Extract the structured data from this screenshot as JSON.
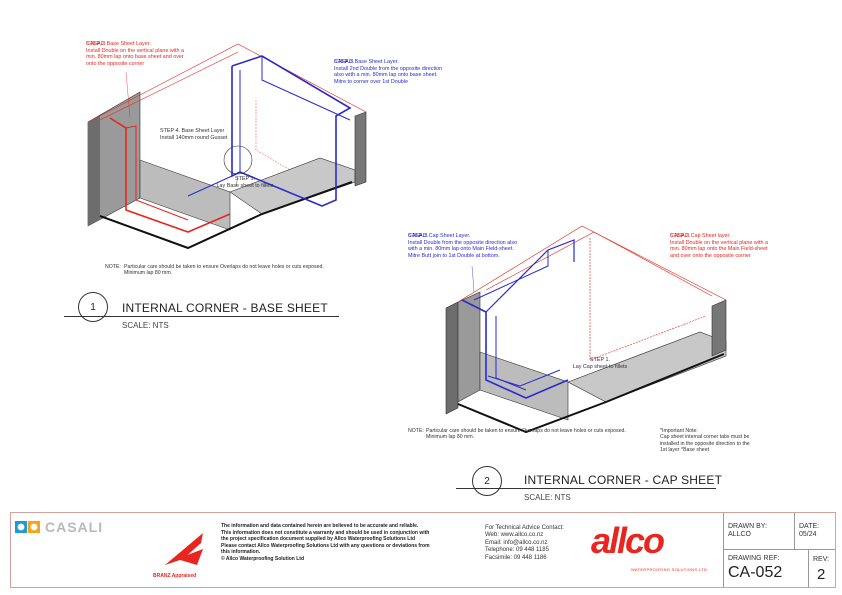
{
  "diagram1": {
    "step2_title": "STEP 2.",
    "step2_body": "CASALI  Base Sheet Layer.\nInstall Double on the vertical plane with a\nmin. 80mm lap onto base sheet and over\nonto the opposite corner",
    "step3_title": "STEP 3.",
    "step3_body": "CASALI  Base Sheet Layer.\nInstall 2nd Double from the opposite direction\nalso with a min. 80mm lap onto base sheet.\nMitre to corner over 1st Double",
    "step4": "STEP 4. Base Sheet Layer\nInstall 140mm round Gusset",
    "step1": "STEP 1.\nLay Base sheet to fillets",
    "note_label": "NOTE:",
    "note": "Particular care should be taken to ensure Overlaps do not leave holes or cuts exposed.\nMinimum lap 80 mm.",
    "number": "1",
    "title": "INTERNAL CORNER - BASE SHEET",
    "scale": "SCALE: NTS"
  },
  "diagram2": {
    "step3_title": "STEP 3.",
    "step3_body": "CASALI  Cap Sheet Layer.\nInstall Double from the opposite direction also\nwith a min. 80mm lap onto Main Field-sheet.\nMitre Butt join to 1st Double at bottom.",
    "step2_title": "STEP 2.",
    "step2_body": "CASALI  Cap Sheet layer.\nInstall Double on the vertical plane with a\nmin. 80mm lap onto the Main Field-sheet\nand over onto the opposite corner",
    "step1": "STEP 1.\nLay Cap sheet to fillets",
    "note_label": "NOTE:",
    "note": "Particular care should be taken to ensure Overlaps do not leave holes or cuts exposed.\nMinimum lap 80 mm.",
    "important": "*Important Note:\nCap sheet internal corner tabs must be\ninstalled in the opposite direction to the\n1st layer *Base sheet",
    "number": "2",
    "title": "INTERNAL CORNER - CAP SHEET",
    "scale": "SCALE: NTS"
  },
  "footer": {
    "brand": "CASALI",
    "branz": "BRANZ Appraised",
    "disclaimer": "The information and data contained herein are believed to be accurate and reliable.\nThis information does not constitute a warranty and should be used in conjunction with\nthe project specification document supplied by Allco Waterproofing Solutions Ltd\nPlease contact Allco Waterproofing Solutions Ltd with any questions or deviations from\nthis information.\n© Allco Waterproofing Solution Ltd",
    "contact": "For Technical Advice Contact:\nWeb:  www.allco.co.nz\nEmail:  info@allco.co.nz\nTelephone:  09 448 1185\nFacsimile:  09 448 1186",
    "logo_text": "allco",
    "logo_sub": "WATERPROOFING SOLUTIONS LTD",
    "drawn_by_label": "DRAWN BY:",
    "drawn_by": "ALLCO",
    "date_label": "DATE:",
    "date": "05/24",
    "drawing_ref_label": "DRAWING REF:",
    "drawing_ref": "CA-052",
    "rev_label": "REV:",
    "rev": "2"
  },
  "colors": {
    "red": "#e8261f",
    "blue": "#2a2ad0",
    "border": "#d4a19c"
  }
}
